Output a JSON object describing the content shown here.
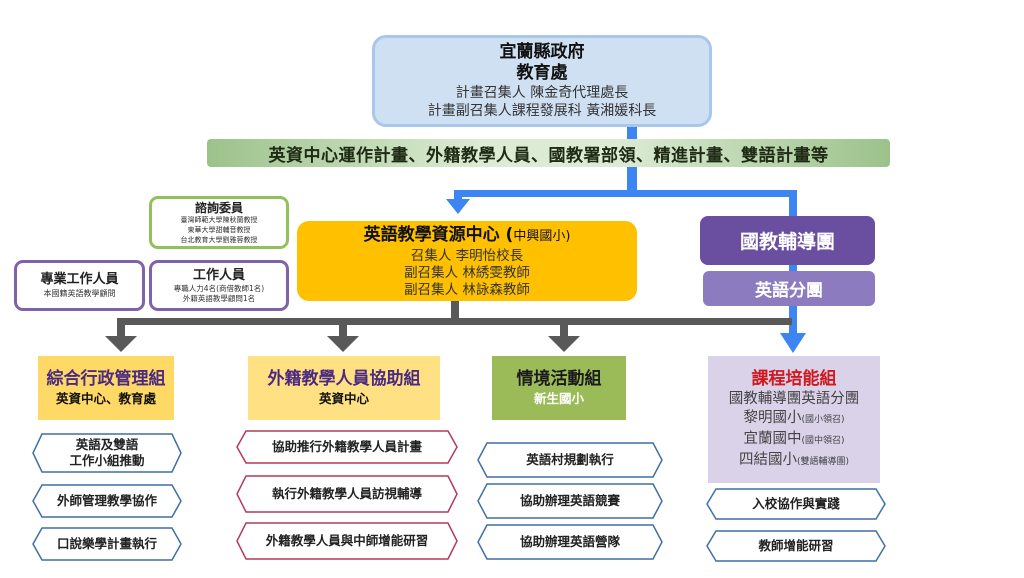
{
  "colors": {
    "top_box_bg": "#cfe0f3",
    "banner_green": "#9cc28b",
    "center_gold": "#ffc000",
    "guidance_purple": "#6a4ea0",
    "branch_purple": "#8d7bc0",
    "arrow_blue": "#3d85f0",
    "arrow_gray": "#595959",
    "hex_blue_border": "#3f6fa6",
    "hex_red_border": "#b23a5c"
  },
  "top": {
    "org": "宜蘭縣政府",
    "dept": "教育處",
    "convener": "計畫召集人 陳金奇代理處長",
    "deputy": "計畫副召集人課程發展科 黃湘媛科長"
  },
  "banner": "英資中心運作計畫、外籍教學人員、國教署部領、精進計畫、雙語計畫等",
  "advisory": {
    "title": "諮詢委員",
    "lines": [
      "臺灣師範大學陳秋蘭教授",
      "東華大學甜輔音教授",
      "台北教育大學劉雅蓉教授"
    ]
  },
  "pro_staff": {
    "title": "專業工作人員",
    "sub": "本國籍英語教學顧問"
  },
  "staff": {
    "title": "工作人員",
    "lines": [
      "專職人力4名(商借教師1名)",
      "外籍英語教學顧問1名"
    ]
  },
  "center": {
    "title": "英語教學資源中心 (",
    "school": "中興國小)",
    "lines": [
      "召集人 李明怡校長",
      "副召集人 林綉雯教師",
      "副召集人 林詠森教師"
    ]
  },
  "guidance": {
    "title": "國教輔導團",
    "branch": "英語分團"
  },
  "groups": [
    {
      "title": "綜合行政管理組",
      "sub": "英資中心、教育處",
      "tasks": [
        "英語及雙語\n工作小組推動",
        "外師管理教學協作",
        "口說樂學計畫執行"
      ]
    },
    {
      "title": "外籍教學人員協助組",
      "sub": "英資中心",
      "tasks": [
        "協助推行外籍教學人員計畫",
        "執行外籍教學人員訪視輔導",
        "外籍教學人員與中師增能研習"
      ]
    },
    {
      "title": "情境活動組",
      "sub": "新生國小",
      "tasks": [
        "英語村規劃執行",
        "協助辦理英語競賽",
        "協助辦理英語營隊"
      ]
    },
    {
      "title": "課程培能組",
      "lines": [
        {
          "main": "國教輔導團英語分團",
          "note": ""
        },
        {
          "main": "黎明國小",
          "note": "(國小領召)"
        },
        {
          "main": "宜蘭國中",
          "note": "(國中領召)"
        },
        {
          "main": "四結國小",
          "note": "(雙語輔導團)"
        }
      ],
      "tasks": [
        "入校協作與實踐",
        "教師增能研習"
      ]
    }
  ]
}
